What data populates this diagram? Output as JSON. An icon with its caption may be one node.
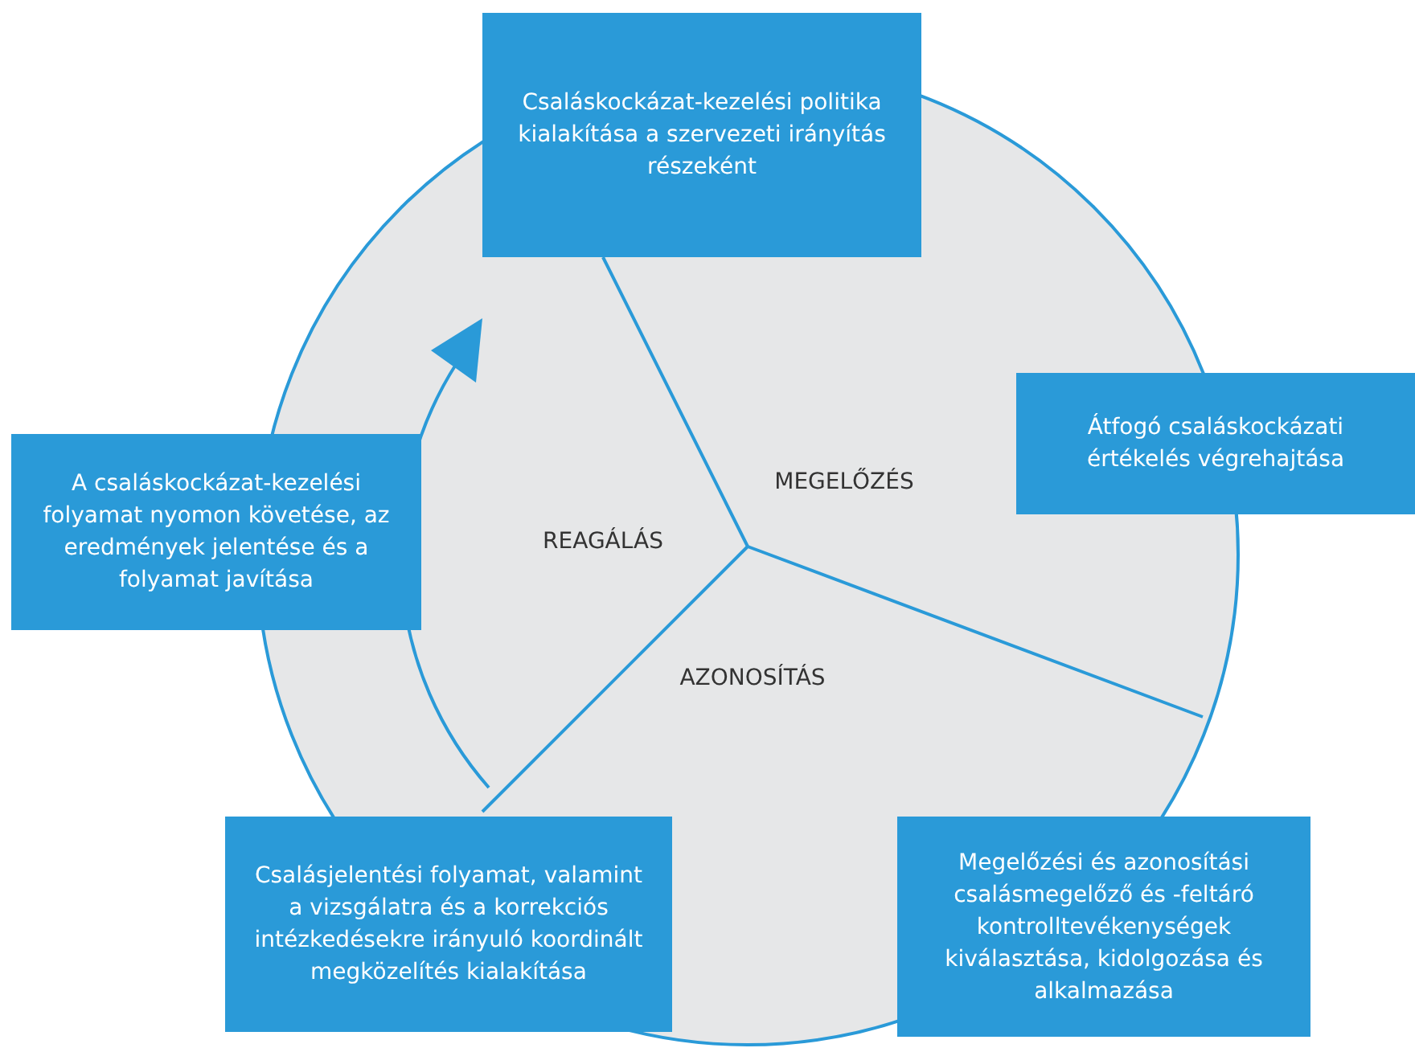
{
  "diagram": {
    "nodes": [
      {
        "text": [
          "Csaláskockázat-kezelési politika kialakítása a szervezeti irányítás részeként"
        ]
      },
      {
        "text": [
          "Átfogó csaláskockázati értékelés végrehajtása"
        ]
      },
      {
        "text": [
          "A csaláskockázat-kezelési folyamat nyomon követése, az eredmények jelentése és a folyamat javítása"
        ]
      },
      {
        "text": [
          "Csalásjelentési folyamat, valamint a vizsgálatra és a korrekciós intézkedésekre irányuló koordinált megközelítés kialakítása"
        ]
      },
      {
        "text": [
          "Megelőzési és azonosítási csalásmegelőző és -feltáró kontrolltevékenységek kiválasztása, kidolgozása és alkalmazása"
        ]
      }
    ],
    "edges": [],
    "labels": [
      "MEGELŐZÉS",
      "REAGÁLÁS",
      "AZONOSÍTÁS"
    ]
  }
}
